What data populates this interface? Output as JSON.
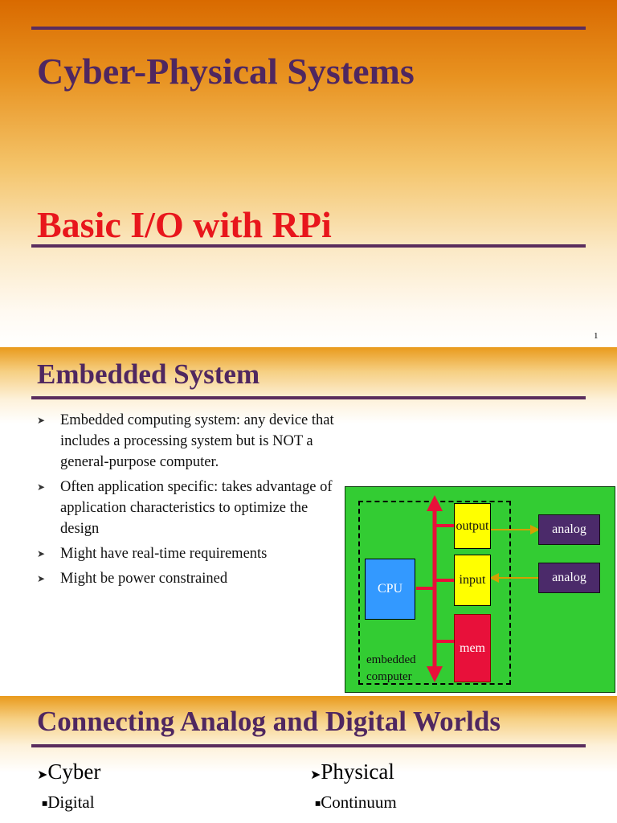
{
  "slide1": {
    "title": "Cyber-Physical Systems",
    "subtitle": "Basic I/O with RPi",
    "page_number": "1"
  },
  "slide2": {
    "title": "Embedded System",
    "bullets": [
      "Embedded computing system: any device that includes a processing system but is NOT a general-purpose computer.",
      "Often application specific: takes advantage of application characteristics to optimize the design",
      "Might have real-time requirements",
      "Might be power constrained"
    ],
    "diagram": {
      "cpu": "CPU",
      "output": "output",
      "input": "input",
      "mem": "mem",
      "analog_top": "analog",
      "analog_bottom": "analog",
      "embedded_label": "embedded computer"
    }
  },
  "slide3": {
    "title": "Connecting Analog and Digital Worlds",
    "left_heading": "Cyber",
    "left_sub": "Digital",
    "right_heading": "Physical",
    "right_sub": "Continuum"
  },
  "colors": {
    "title_purple": "#4f2760",
    "subtitle_red": "#e8161c",
    "diagram_green": "#33cc33",
    "bus_red": "#e8103a"
  }
}
